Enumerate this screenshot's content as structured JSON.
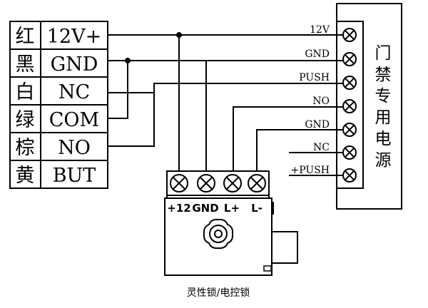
{
  "left_block": {
    "rows": [
      {
        "color": "红",
        "signal": "12V+"
      },
      {
        "color": "黑",
        "signal": "GND"
      },
      {
        "color": "白",
        "signal": "NC"
      },
      {
        "color": "绿",
        "signal": "COM"
      },
      {
        "color": "棕",
        "signal": "NO"
      },
      {
        "color": "黄",
        "signal": "BUT"
      }
    ]
  },
  "power_supply": {
    "title_chars": [
      "门",
      "禁",
      "专",
      "用",
      "电",
      "源"
    ],
    "terminals": [
      "12V",
      "GND",
      "PUSH",
      "NO",
      "GND",
      "NC",
      "+PUSH"
    ]
  },
  "lock": {
    "terminals": [
      "+12",
      "GND",
      "L+",
      "L-"
    ],
    "caption": "灵性锁/电控锁"
  }
}
